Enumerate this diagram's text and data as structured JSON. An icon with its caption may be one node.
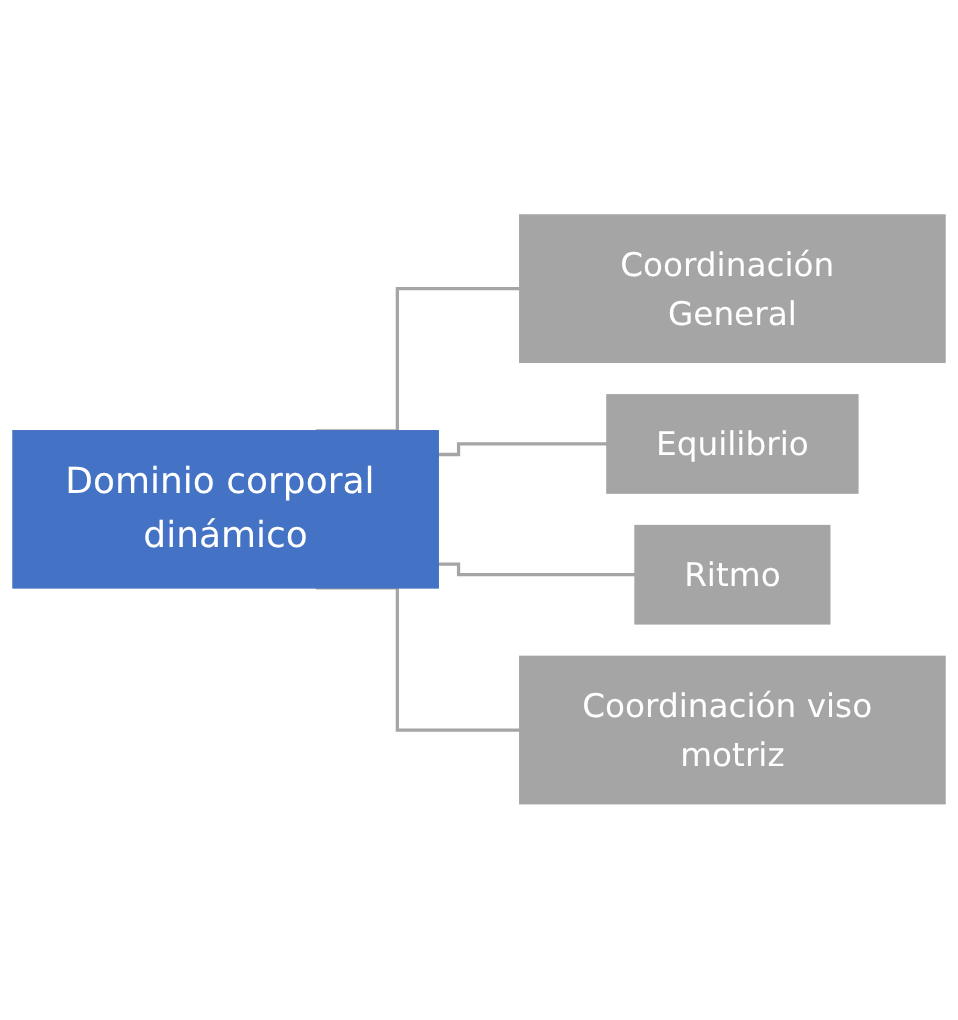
{
  "diagram": {
    "nodes": [
      {
        "text": [
          "Dominio corporal dinámico"
        ]
      },
      {
        "text": [
          "Coordinación General"
        ]
      },
      {
        "text": [
          "Equilibrio"
        ]
      },
      {
        "text": [
          "Ritmo"
        ]
      },
      {
        "text": [
          "Coordinación viso motriz"
        ]
      }
    ],
    "edges": [
      {
        "from": 0,
        "to": 1,
        "arrow": "none"
      },
      {
        "from": 0,
        "to": 2,
        "arrow": "none"
      },
      {
        "from": 0,
        "to": 3,
        "arrow": "none"
      },
      {
        "from": 0,
        "to": 4,
        "arrow": "none"
      }
    ]
  }
}
